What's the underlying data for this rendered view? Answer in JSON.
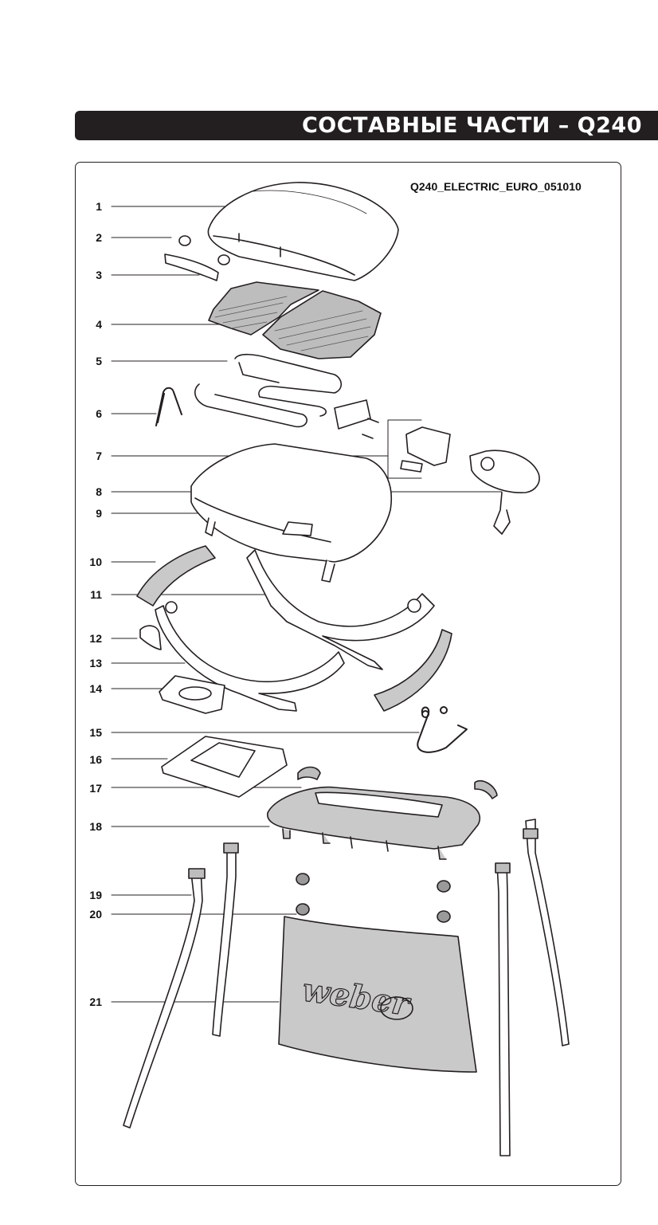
{
  "header": {
    "title": "СОСТАВНЫЕ ЧАСТИ – Q240"
  },
  "diagram": {
    "code": "Q240_ELECTRIC_EURO_051010",
    "parts": [
      "1",
      "2",
      "3",
      "4",
      "5",
      "6",
      "7",
      "8",
      "9",
      "10",
      "11",
      "12",
      "13",
      "14",
      "15",
      "16",
      "17",
      "18",
      "19",
      "20",
      "21"
    ],
    "logo_text": "weber"
  },
  "colors": {
    "bar": "#231f20",
    "line": "#231f20",
    "shade": "#c9c9c9",
    "dark_shade": "#9a9a9a"
  }
}
